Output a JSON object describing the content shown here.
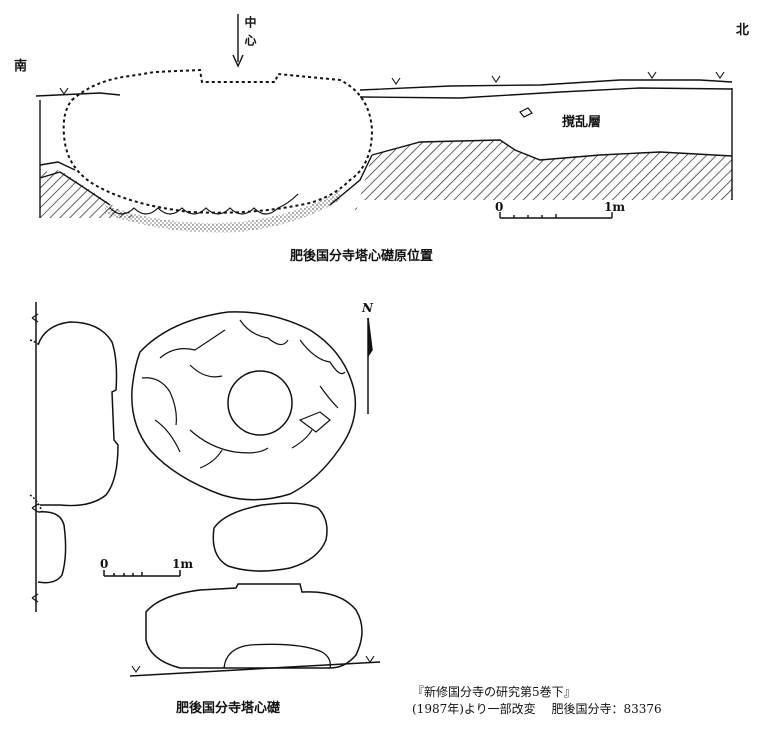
{
  "section": {
    "south_label": "南",
    "north_label": "北",
    "center_label": "中心",
    "disturbed_layer_label": "撹乱層",
    "scale_zero": "0",
    "scale_one": "1m",
    "caption": "肥後国分寺塔心礎原位置"
  },
  "plan": {
    "north_label": "N",
    "scale_zero": "0",
    "scale_one": "1m",
    "caption": "肥後国分寺塔心礎"
  },
  "source": {
    "line1": "『新修国分寺の研究第5巻下』",
    "line2": "(1987年)より一部改変　 肥後国分寺：83376"
  }
}
